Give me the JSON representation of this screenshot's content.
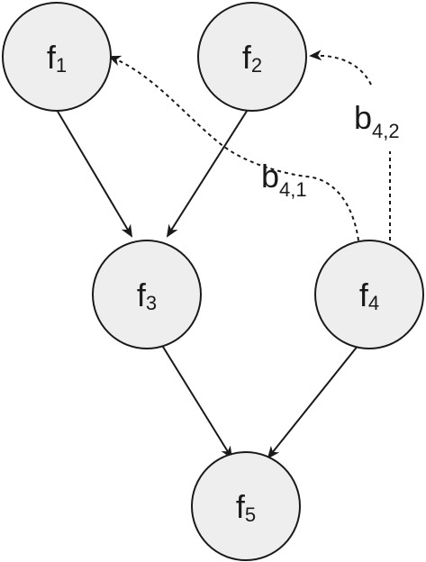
{
  "colors": {
    "node_fill": "#eeeeee",
    "node_stroke": "#1a1a1a",
    "edge_stroke": "#1a1a1a",
    "text": "#1a1a1a",
    "background": "#ffffff"
  },
  "nodes": [
    {
      "id": "f1",
      "base": "f",
      "sub": "1"
    },
    {
      "id": "f2",
      "base": "f",
      "sub": "2"
    },
    {
      "id": "f3",
      "base": "f",
      "sub": "3"
    },
    {
      "id": "f4",
      "base": "f",
      "sub": "4"
    },
    {
      "id": "f5",
      "base": "f",
      "sub": "5"
    }
  ],
  "edges": [
    {
      "from": "f1",
      "to": "f3",
      "style": "solid"
    },
    {
      "from": "f2",
      "to": "f3",
      "style": "solid"
    },
    {
      "from": "f3",
      "to": "f5",
      "style": "solid"
    },
    {
      "from": "f4",
      "to": "f5",
      "style": "solid"
    },
    {
      "from": "f4",
      "to": "f1",
      "style": "dashed"
    },
    {
      "from": "f4",
      "to": "f2",
      "style": "dashed"
    }
  ],
  "edge_labels": [
    {
      "id": "b41",
      "base": "b",
      "sub": "4,1",
      "edge": "f4-f1"
    },
    {
      "id": "b42",
      "base": "b",
      "sub": "4,2",
      "edge": "f4-f2"
    }
  ]
}
